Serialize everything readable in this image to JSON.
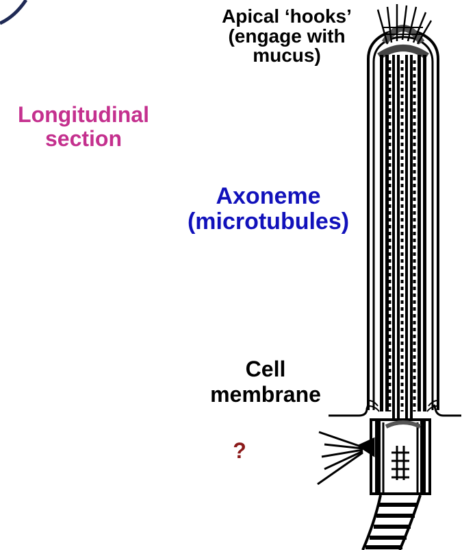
{
  "labels": {
    "section": {
      "lines": [
        "Longitudinal",
        "section"
      ],
      "color": "#c4308e"
    },
    "apical": {
      "lines": [
        "Apical ‘hooks’",
        "(engage with",
        "mucus)"
      ],
      "color": "#000000"
    },
    "axoneme": {
      "lines": [
        "Axoneme",
        "(microtubules)"
      ],
      "color": "#1111bb"
    },
    "membrane": {
      "lines": [
        "Cell",
        "membrane"
      ],
      "color": "#000000"
    },
    "unknown": {
      "text": "?",
      "color": "#8b1a1a"
    }
  },
  "colors": {
    "outline": "#000000",
    "corner_circle": "#1f2a55",
    "cap_gray": "#555555"
  }
}
